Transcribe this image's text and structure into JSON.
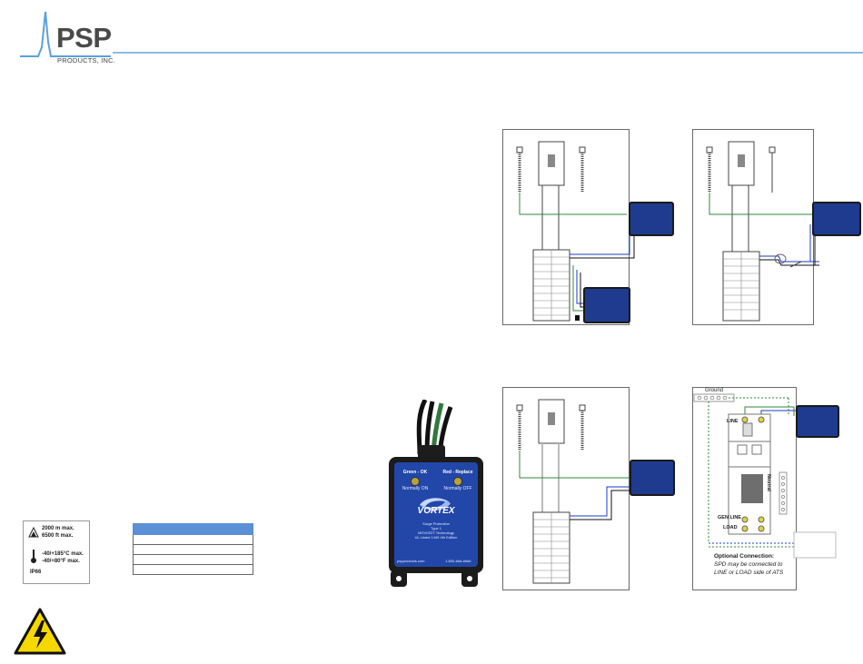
{
  "brand": {
    "name": "PSP",
    "subtitle": "PRODUCTS, INC.",
    "accent_color": "#8fbbe3",
    "logo_wave_color": "#5aa0e0"
  },
  "specs": {
    "altitude_line1": "2000 m max.",
    "altitude_line2": "6500 ft max.",
    "temp_line1": "-40/+185°C max.",
    "temp_line2": "-40/+80°F max.",
    "rating": "IP66",
    "altitude_icon": "mountain-icon",
    "temp_icon": "thermometer-icon"
  },
  "product": {
    "left_indicator": "Green - OK",
    "left_sub": "Normally ON",
    "right_indicator": "Red - Replace",
    "right_sub": "Normally OFF",
    "brand_name": "VORTEX",
    "desc_line1": "Surge Protection",
    "desc_line2": "Type 1",
    "desc_line3": "MOV/GDT Technology",
    "desc_line4": "UL Listed 1449 4th Edition",
    "website": "pspproducts.com",
    "phone": "1-800-###-####",
    "body_color": "#1f3b8f"
  },
  "ats_diagram": {
    "ground_label": "Ground",
    "line_label": "LINE",
    "gen_line_label": "GEN LINE",
    "load_label": "LOAD",
    "neutral_label": "Neutral",
    "note_line1": "Optional Connection:",
    "note_line2": "SPD may be connected to",
    "note_line3": "LINE or LOAD side of ATS"
  },
  "warning": {
    "icon": "high-voltage-warning-icon",
    "color": "#f5d800"
  }
}
